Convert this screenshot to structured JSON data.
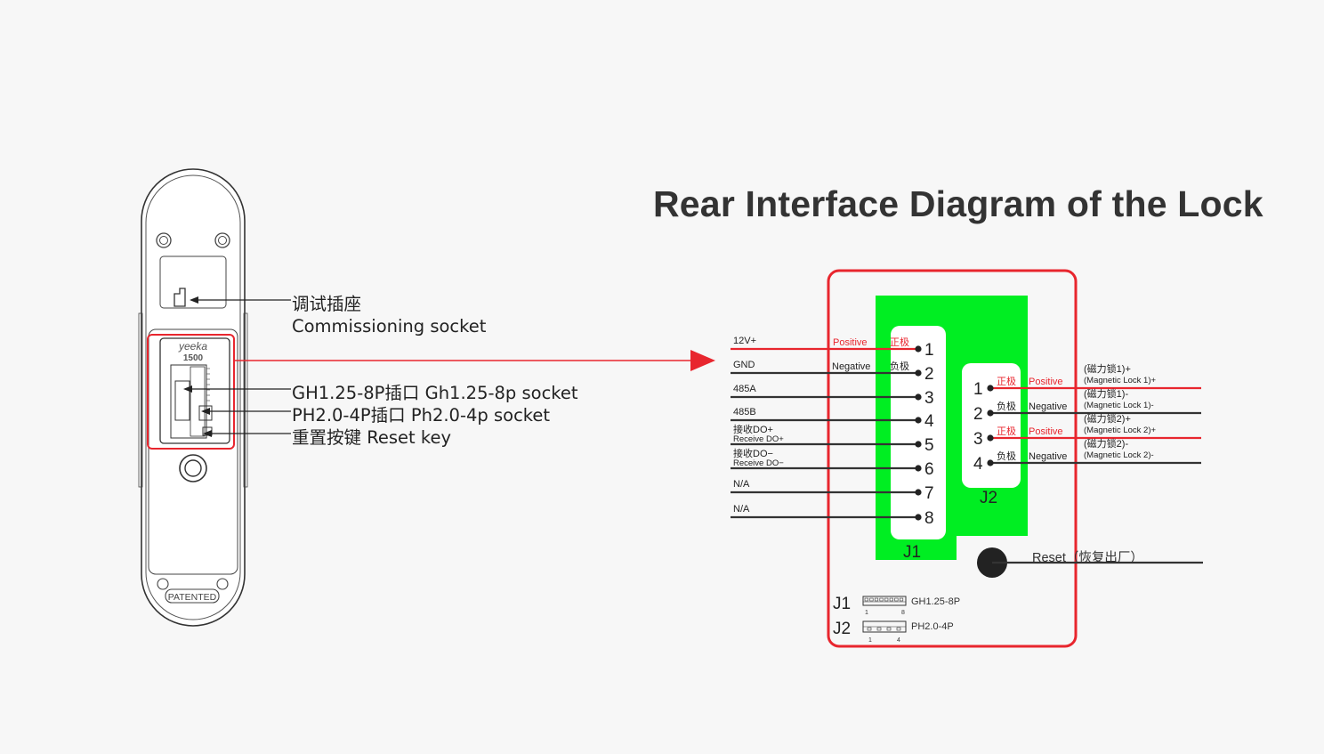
{
  "title": "Rear Interface Diagram of the Lock",
  "device": {
    "brand": "yeeka",
    "model": "1500",
    "patent": "PATENTED"
  },
  "callouts": {
    "commissioning_cn": "调试插座",
    "commissioning_en": "Commissioning socket",
    "gh_socket": "GH1.25-8P插口  Gh1.25-8p socket",
    "ph_socket": "PH2.0-4P插口  Ph2.0-4p socket",
    "reset_key": "重置按键 Reset key"
  },
  "j1": {
    "label": "J1",
    "pins": [
      "1",
      "2",
      "3",
      "4",
      "5",
      "6",
      "7",
      "8"
    ],
    "wires": [
      {
        "name": "12V+",
        "sub": "",
        "en": "Positive",
        "cn": "正极",
        "color": "#e8262e"
      },
      {
        "name": "GND",
        "sub": "",
        "en": "Negative",
        "cn": "负极",
        "color": "#333333"
      },
      {
        "name": "485A",
        "sub": "",
        "en": "",
        "cn": "",
        "color": "#333333"
      },
      {
        "name": "485B",
        "sub": "",
        "en": "",
        "cn": "",
        "color": "#333333"
      },
      {
        "name": "接收DO+",
        "sub": "Receive DO+",
        "en": "",
        "cn": "",
        "color": "#333333"
      },
      {
        "name": "接收DO−",
        "sub": "Receive DO−",
        "en": "",
        "cn": "",
        "color": "#333333"
      },
      {
        "name": "N/A",
        "sub": "",
        "en": "",
        "cn": "",
        "color": "#333333"
      },
      {
        "name": "N/A",
        "sub": "",
        "en": "",
        "cn": "",
        "color": "#333333"
      }
    ]
  },
  "j2": {
    "label": "J2",
    "pins": [
      "1",
      "2",
      "3",
      "4"
    ],
    "wires": [
      {
        "cn": "正极",
        "en": "Positive",
        "desc_cn": "(磁力锁1)+",
        "desc_en": "(Magnetic Lock 1)+",
        "color": "#e8262e"
      },
      {
        "cn": "负极",
        "en": "Negative",
        "desc_cn": "(磁力锁1)-",
        "desc_en": "(Magnetic Lock 1)-",
        "color": "#333333"
      },
      {
        "cn": "正极",
        "en": "Positive",
        "desc_cn": "(磁力锁2)+",
        "desc_en": "(Magnetic Lock 2)+",
        "color": "#e8262e"
      },
      {
        "cn": "负极",
        "en": "Negative",
        "desc_cn": "(磁力锁2)-",
        "desc_en": "(Magnetic Lock 2)-",
        "color": "#333333"
      }
    ]
  },
  "reset_label": "Reset（恢复出厂）",
  "legend": {
    "j1_label": "J1",
    "j1_type": "GH1.25-8P",
    "j1_start": "1",
    "j1_end": "8",
    "j2_label": "J2",
    "j2_type": "PH2.0-4P",
    "j2_start": "1",
    "j2_end": "4"
  },
  "colors": {
    "red": "#e8262e",
    "green": "#00ee22",
    "dark": "#333333"
  }
}
